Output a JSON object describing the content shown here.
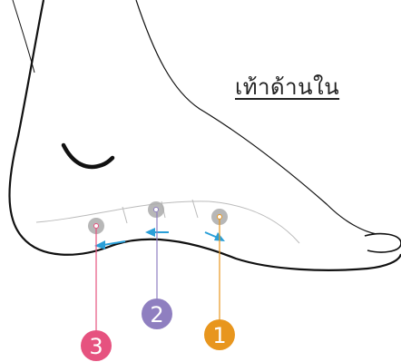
{
  "diagram": {
    "title": "เท้าด้านใน",
    "points": [
      {
        "label": "1",
        "color": "#e8961e",
        "line_color": "#e8961e"
      },
      {
        "label": "2",
        "color": "#8f7fc0",
        "line_color": "#8f7fc0"
      },
      {
        "label": "3",
        "color": "#e6527f",
        "line_color": "#e6527f"
      }
    ],
    "colors": {
      "outline": "#111111",
      "inner_line": "#bbbbbb",
      "point_fill": "#aaaaaa",
      "arrow": "#2a9fd8",
      "label_text": "#ffffff"
    }
  }
}
